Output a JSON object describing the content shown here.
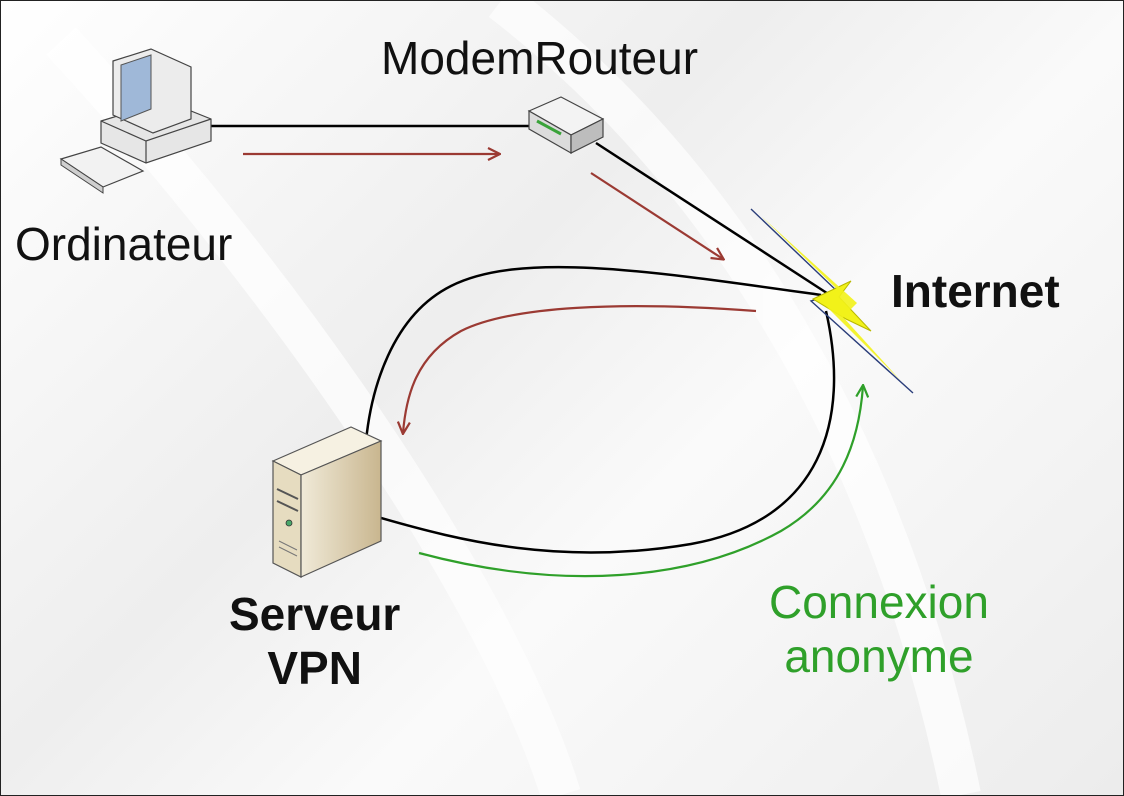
{
  "nodes": {
    "router": {
      "label": "ModemRouteur",
      "icon": "modem-router-icon"
    },
    "computer": {
      "label": "Ordinateur",
      "icon": "desktop-computer-icon"
    },
    "internet": {
      "label": "Internet",
      "icon": "lightning-bolt-icon"
    },
    "server": {
      "label_line1": "Serveur",
      "label_line2": "VPN",
      "icon": "server-tower-icon"
    }
  },
  "annotation": {
    "line1": "Connexion",
    "line2": "anonyme"
  },
  "colors": {
    "link": "#000000",
    "traffic_arrow": "#9b3a33",
    "anonymous_arrow": "#2fa02a",
    "lightning": "#f2f21a"
  }
}
